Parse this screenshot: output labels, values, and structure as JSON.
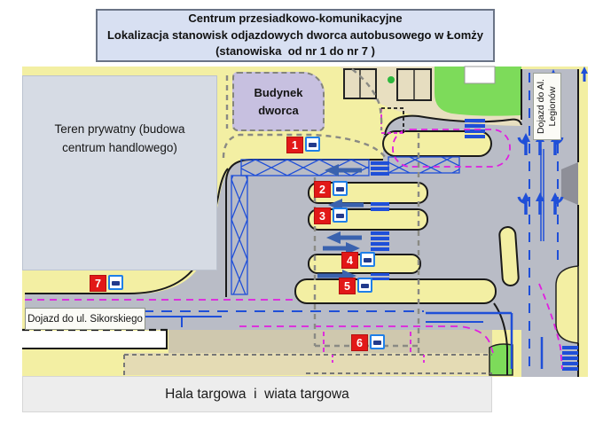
{
  "title_box": {
    "line1": "Centrum przesiadkowo-komunikacyjne",
    "line2": "Lokalizacja stanowisk odjazdowych dworca autobusowego w Łomży",
    "line3": "(stanowiska  od nr 1 do nr 7 )"
  },
  "areas": {
    "private_area": {
      "label": "Teren prywatny (budowa centrum handlowego)"
    },
    "station_building": {
      "label": "Budynek dworca"
    },
    "market_hall": {
      "label": "Hala targowa  i  wiata targowa"
    }
  },
  "roads": {
    "sikorskiego": {
      "label": "Dojazd do ul. Sikorskiego"
    },
    "legionow": {
      "label": "Dojazd do Al. Legionów"
    }
  },
  "stands": [
    {
      "number": "1"
    },
    {
      "number": "2"
    },
    {
      "number": "3"
    },
    {
      "number": "4"
    },
    {
      "number": "5"
    },
    {
      "number": "6"
    },
    {
      "number": "7"
    }
  ],
  "colors": {
    "stand_marker_red": "#e21818",
    "bus_sign_blue": "#1f7fe8",
    "road_gray": "#b9bcc6",
    "area_yellow": "#f3efa3",
    "building_purple": "#c7c0e0",
    "private_area_gray": "#d6dbe4",
    "road_marking_blue": "#1f4fd8",
    "boundary_magenta": "#e01ee0",
    "green_area": "#7ddb5a",
    "tan_area": "#e8dfc0",
    "title_box_blue": "#d8e0f2"
  }
}
